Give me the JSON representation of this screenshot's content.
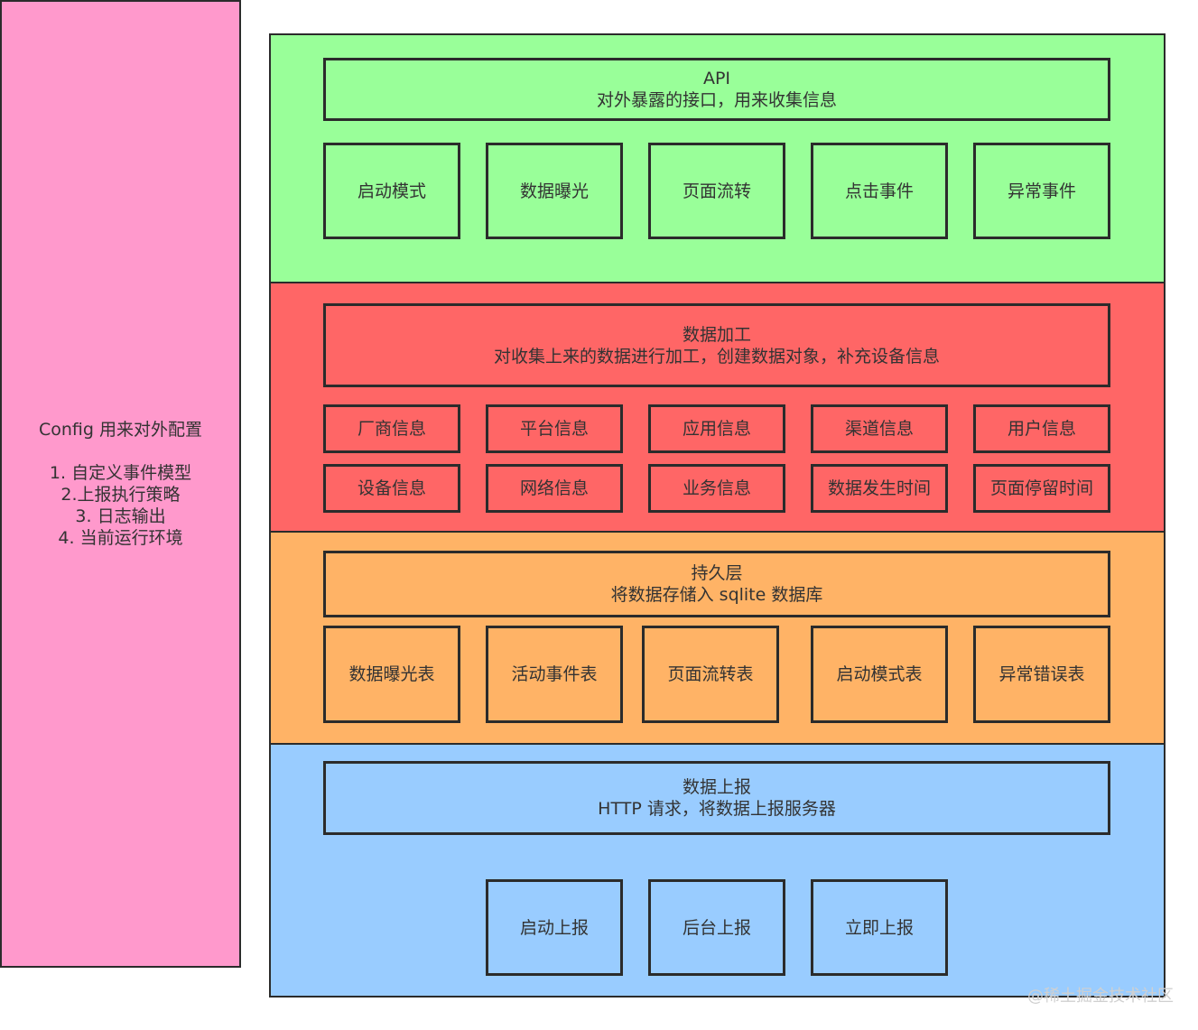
{
  "config": {
    "title": "Config 用来对外配置",
    "items": [
      "1. 自定义事件模型",
      "2.上报执行策略",
      "3. 日志输出",
      "4. 当前运行环境"
    ]
  },
  "api_layer": {
    "header_title": "API",
    "header_desc": "对外暴露的接口，用来收集信息",
    "items": [
      "启动模式",
      "数据曝光",
      "页面流转",
      "点击事件",
      "异常事件"
    ]
  },
  "processing_layer": {
    "header_title": "数据加工",
    "header_desc": "对收集上来的数据进行加工，创建数据对象，补充设备信息",
    "row1": [
      "厂商信息",
      "平台信息",
      "应用信息",
      "渠道信息",
      "用户信息"
    ],
    "row2": [
      "设备信息",
      "网络信息",
      "业务信息",
      "数据发生时间",
      "页面停留时间"
    ]
  },
  "persistence_layer": {
    "header_title": "持久层",
    "header_desc": "将数据存储入 sqlite 数据库",
    "items": [
      "数据曝光表",
      "活动事件表",
      "页面流转表",
      "启动模式表",
      "异常错误表"
    ]
  },
  "upload_layer": {
    "header_title": "数据上报",
    "header_desc": "HTTP 请求，将数据上报服务器",
    "items": [
      "启动上报",
      "后台上报",
      "立即上报"
    ]
  },
  "watermark": "@稀土掘金技术社区",
  "colors": {
    "config": "#ff99cc",
    "api": "#99ff99",
    "processing": "#ff6666",
    "persistence": "#ffb366",
    "upload": "#99ccff"
  }
}
